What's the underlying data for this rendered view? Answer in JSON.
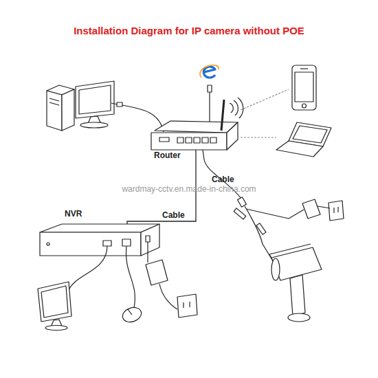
{
  "diagram": {
    "title": "Installation Diagram for IP camera without POE",
    "nodes": [
      {
        "text": [
          "Router"
        ]
      },
      {
        "text": [
          "NVR"
        ]
      }
    ],
    "edges": [
      {
        "from": 0,
        "to": 1,
        "arrow": "none",
        "label": "Cable"
      }
    ],
    "labels": [
      "Cable",
      "wardmay-cctv.en.made-in-china.com"
    ]
  }
}
